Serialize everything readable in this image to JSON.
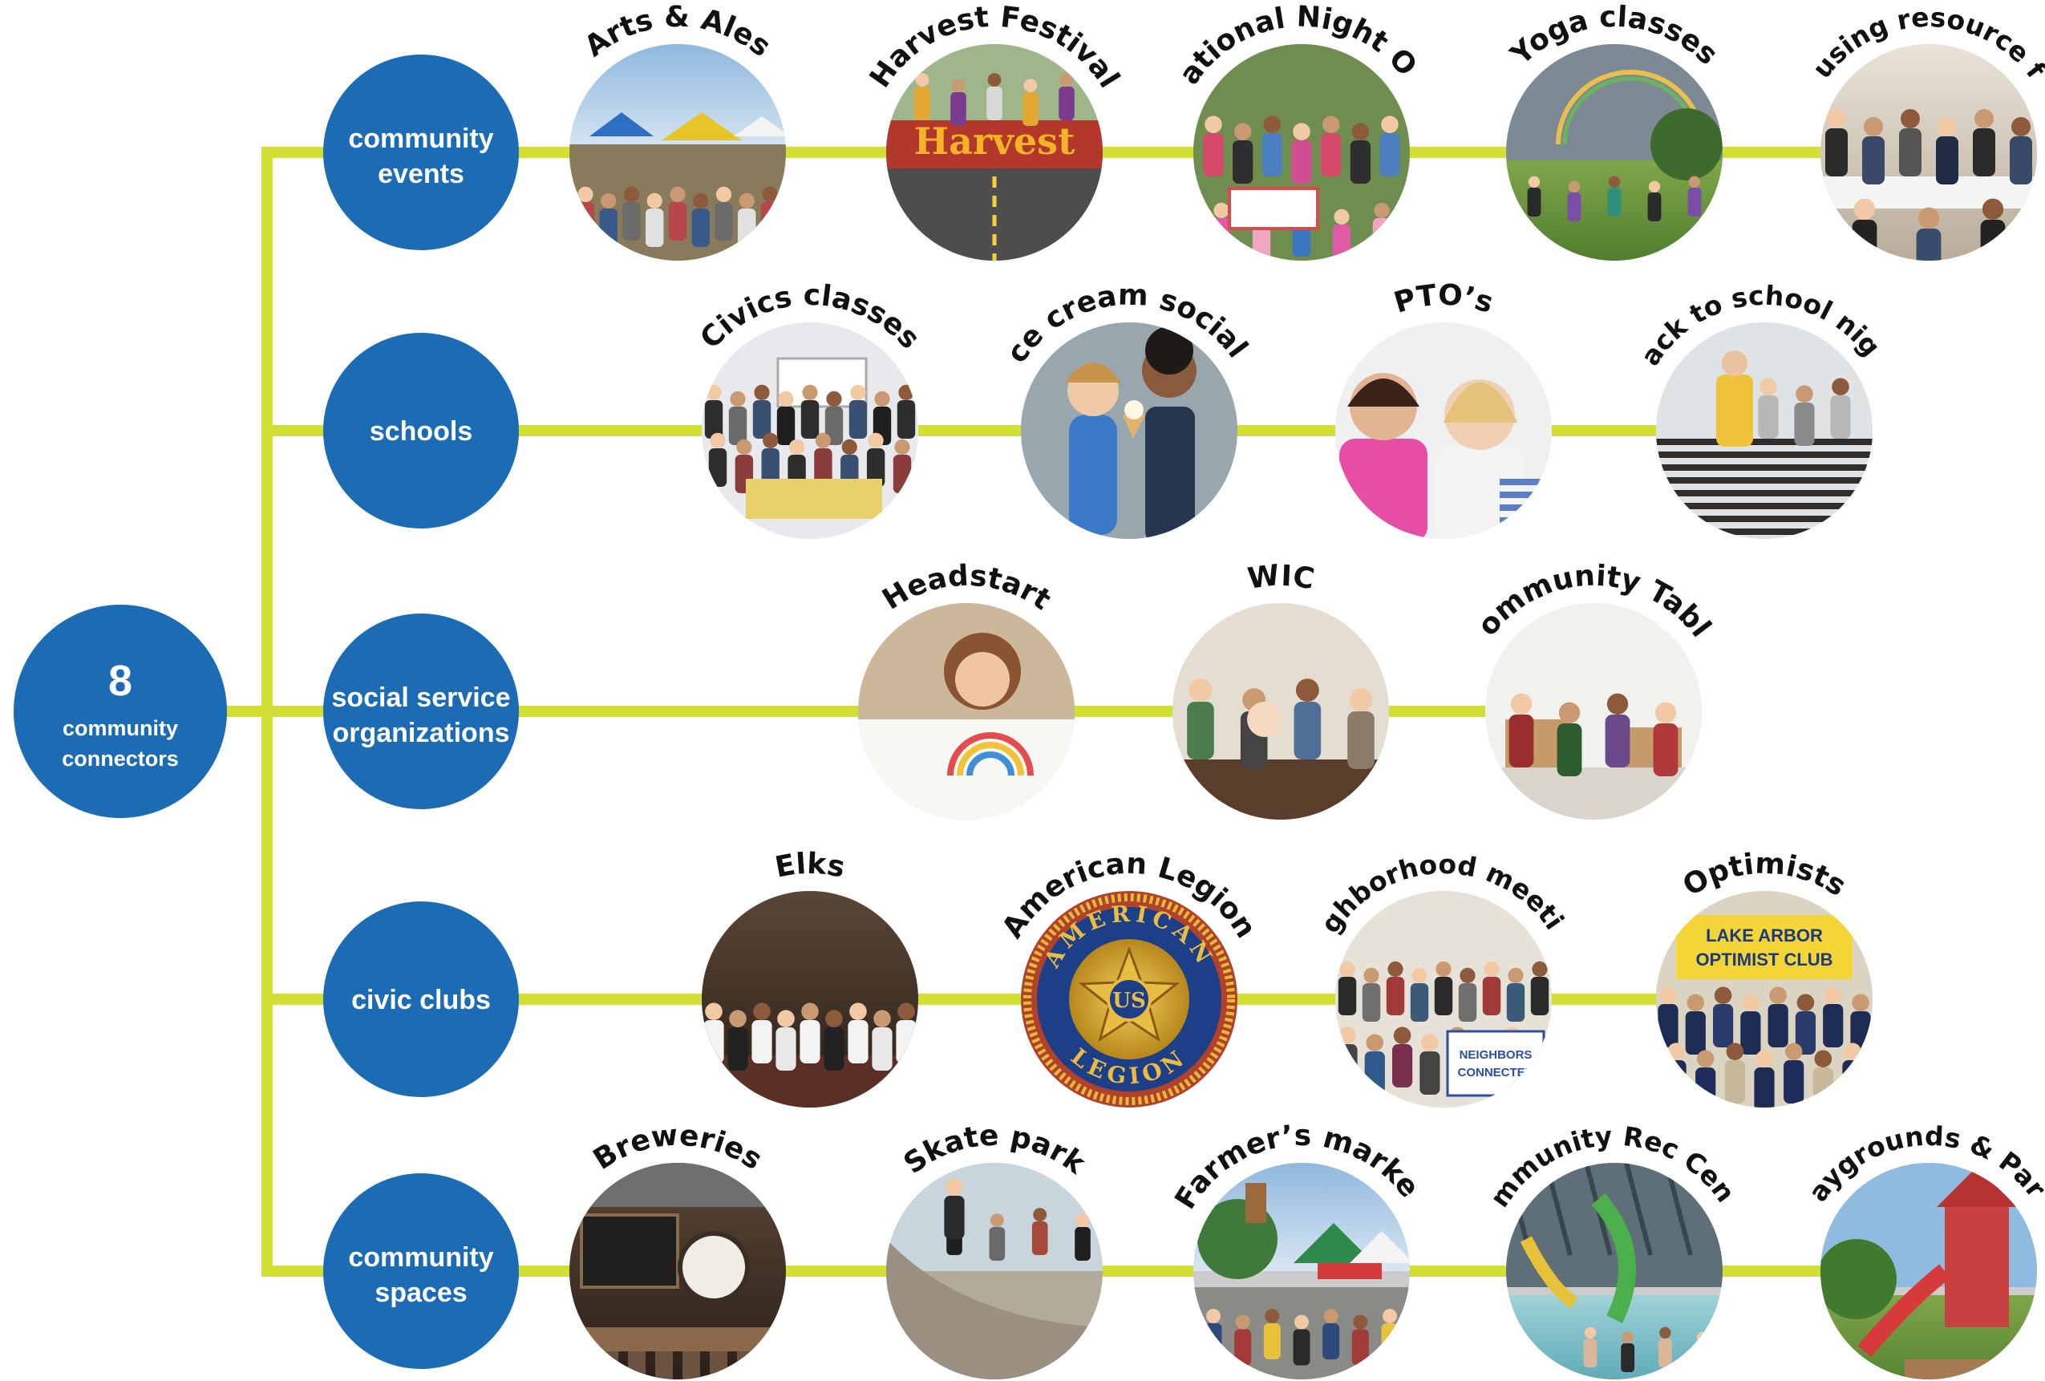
{
  "colors": {
    "connector_line": "#d2e036",
    "node_blue": "#1b6bb5",
    "label_text": "#111111"
  },
  "hub": {
    "number": "8",
    "line1": "community",
    "line2": "connectors"
  },
  "categories": [
    {
      "line1": "community",
      "line2": "events",
      "items": [
        {
          "label": "Arts & Ales",
          "photo": "outdoor-festival-tents-photo"
        },
        {
          "label": "Harvest Festival",
          "photo": "parade-banner-photo"
        },
        {
          "label": "National Night Out",
          "photo": "group-with-kids-photo"
        },
        {
          "label": "Yoga classes",
          "photo": "park-rainbow-photo"
        },
        {
          "label": "Housing resource fair",
          "photo": "people-at-tables-photo"
        }
      ]
    },
    {
      "line1": "schools",
      "line2": "",
      "items": [
        {
          "label": "Civics classes",
          "photo": "classroom-group-photo"
        },
        {
          "label": "Ice cream socials",
          "photo": "kids-with-ice-cream-photo"
        },
        {
          "label": "PTO’s",
          "photo": "women-smiling-photo"
        },
        {
          "label": "Back to school night",
          "photo": "students-on-stairs-photo"
        }
      ]
    },
    {
      "line1": "social service",
      "line2": "organizations",
      "items": [
        {
          "label": "Headstart",
          "photo": "child-drawing-photo"
        },
        {
          "label": "WIC",
          "photo": "mothers-with-babies-photo"
        },
        {
          "label": "Community Table",
          "photo": "volunteers-with-boxes-photo"
        }
      ]
    },
    {
      "line1": "civic clubs",
      "line2": "",
      "items": [
        {
          "label": "Elks",
          "photo": "lodge-members-photo"
        },
        {
          "label": "American Legion",
          "photo": "american-legion-emblem",
          "emblem": {
            "ring_top": "AMERICAN",
            "ring_bottom": "LEGION",
            "center": "US"
          }
        },
        {
          "label": "Neighborhood meetings",
          "photo": "neighbors-group-photo",
          "sign": [
            "NEIGHBORS",
            "CONNECTED"
          ]
        },
        {
          "label": "Optimists",
          "photo": "club-members-banner-photo",
          "banner": [
            "LAKE ARBOR",
            "OPTIMIST CLUB"
          ]
        }
      ]
    },
    {
      "line1": "community",
      "line2": "spaces",
      "items": [
        {
          "label": "Breweries",
          "photo": "brewery-interior-photo"
        },
        {
          "label": "Skate park",
          "photo": "skate-ramp-photo"
        },
        {
          "label": "Farmer’s market",
          "photo": "market-tents-photo"
        },
        {
          "label": "Community Rec Center",
          "photo": "indoor-pool-photo"
        },
        {
          "label": "Playgrounds & Parks",
          "photo": "playground-slide-photo"
        }
      ]
    }
  ]
}
